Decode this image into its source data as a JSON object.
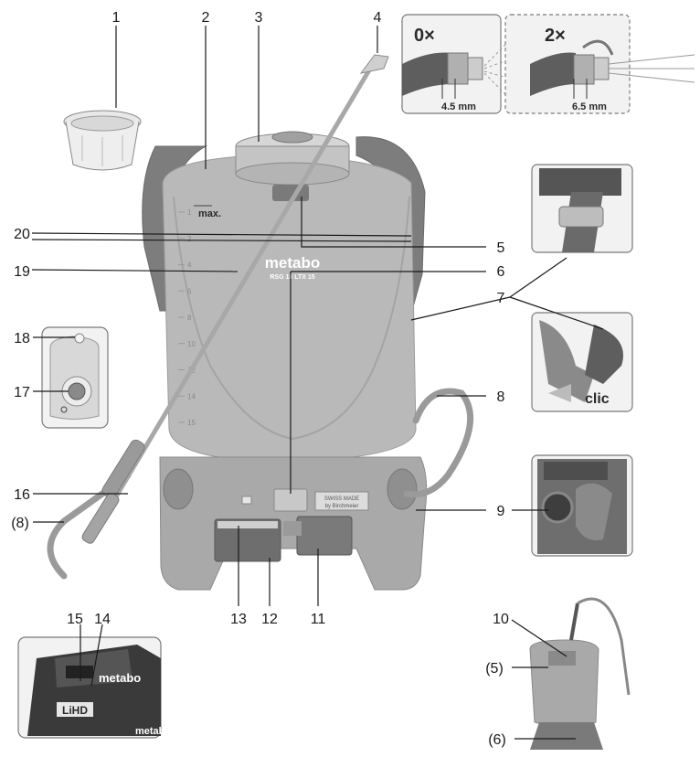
{
  "callouts": {
    "c1": "1",
    "c2": "2",
    "c3": "3",
    "c4": "4",
    "c5": "5",
    "c6": "6",
    "c7": "7",
    "c8": "8",
    "c9": "9",
    "c10": "10",
    "c11": "11",
    "c12": "12",
    "c13": "13",
    "c14": "14",
    "c15": "15",
    "c16": "16",
    "c17": "17",
    "c18": "18",
    "c19": "19",
    "c20": "20",
    "p8": "(8)",
    "p5": "(5)",
    "p6": "(6)"
  },
  "nozzle_panels": {
    "left": {
      "turns": "0×",
      "diameter": "4.5 mm"
    },
    "right": {
      "turns": "2×",
      "diameter": "6.5 mm"
    }
  },
  "tank_labels": {
    "brand": "metabo",
    "model": "RSG 18 LTX 15",
    "max": "max.",
    "swiss": "SWISS MADE",
    "by": "by Birchmeier",
    "fill_marks": [
      "1",
      "2",
      "4",
      "6",
      "8",
      "10",
      "12",
      "14",
      "15"
    ]
  },
  "clip_label": "clic",
  "battery": {
    "brand": "metabo",
    "lihd": "LiHD"
  },
  "colors": {
    "body": "#b9b9b9",
    "strap": "#7d7d7d",
    "outline": "#7a7a7a"
  }
}
